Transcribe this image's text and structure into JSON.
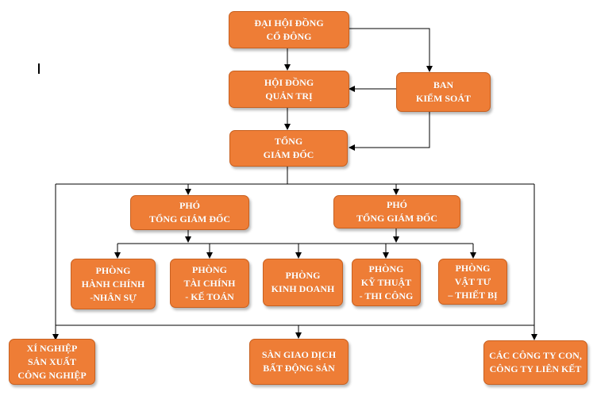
{
  "colors": {
    "box_fill": "#ee7d36",
    "box_border": "#c8601f",
    "line": "#000000",
    "text": "#ffffff"
  },
  "nodes": {
    "shareholders": {
      "l1": "ĐẠI HỘI ĐỒNG",
      "l2": "CỔ ĐÔNG"
    },
    "board": {
      "l1": "HỘI ĐỒNG",
      "l2": "QUẢN TRỊ"
    },
    "supervisory": {
      "l1": "BAN",
      "l2": "KIỂM SOÁT"
    },
    "ceo": {
      "l1": "TỔNG",
      "l2": "GIÁM ĐỐC"
    },
    "deputy_left": {
      "l1": "PHÓ",
      "l2": "TỔNG GIÁM ĐỐC"
    },
    "deputy_right": {
      "l1": "PHÓ",
      "l2": "TỔNG GIÁM ĐỐC"
    },
    "dept_admin": {
      "l1": "PHÒNG",
      "l2": "HÀNH CHÍNH",
      "l3": "-NHÂN SỰ"
    },
    "dept_finance": {
      "l1": "PHÒNG",
      "l2": "TÀI CHÍNH",
      "l3": "- KẾ TOÁN"
    },
    "dept_business": {
      "l1": "PHÒNG",
      "l2": "KINH DOANH"
    },
    "dept_technical": {
      "l1": "PHÒNG",
      "l2": "KỸ THUẬT",
      "l3": "- THI CÔNG"
    },
    "dept_supplies": {
      "l1": "PHÒNG",
      "l2": "VẬT TƯ",
      "l3": "– THIẾT BỊ"
    },
    "factory": {
      "l1": "XÍ NGHIỆP",
      "l2": "SẢN XUẤT",
      "l3": "CÔNG NGHIỆP"
    },
    "exchange": {
      "l1": "SÀN GIAO DỊCH",
      "l2": "BẤT ĐỘNG SẢN"
    },
    "subsidiaries": {
      "l1": "CÁC CÔNG TY CON,",
      "l2": "CÔNG TY LIÊN KẾT"
    }
  }
}
